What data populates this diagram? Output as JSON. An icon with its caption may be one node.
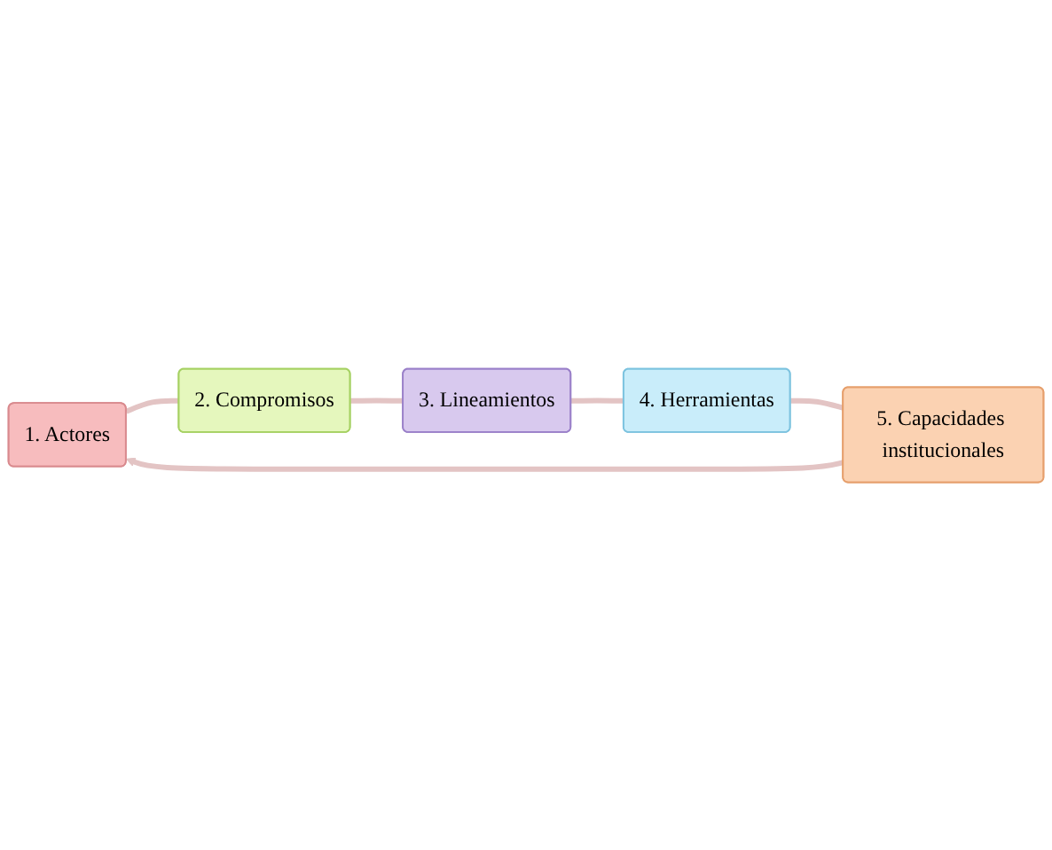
{
  "diagram": {
    "nodes": [
      {
        "text": [
          "1. Actores"
        ]
      },
      {
        "text": [
          "2. Compromisos"
        ]
      },
      {
        "text": [
          "3. Lineamientos"
        ]
      },
      {
        "text": [
          "4. Herramientas"
        ]
      },
      {
        "text": [
          "5. Capacidades institucionales"
        ]
      }
    ],
    "edges": [
      {
        "from": 0,
        "to": 1,
        "arrow": "none"
      },
      {
        "from": 1,
        "to": 2,
        "arrow": "none"
      },
      {
        "from": 2,
        "to": 3,
        "arrow": "none"
      },
      {
        "from": 3,
        "to": 4,
        "arrow": "none"
      },
      {
        "from": 4,
        "to": 0,
        "arrow": "to"
      }
    ]
  }
}
